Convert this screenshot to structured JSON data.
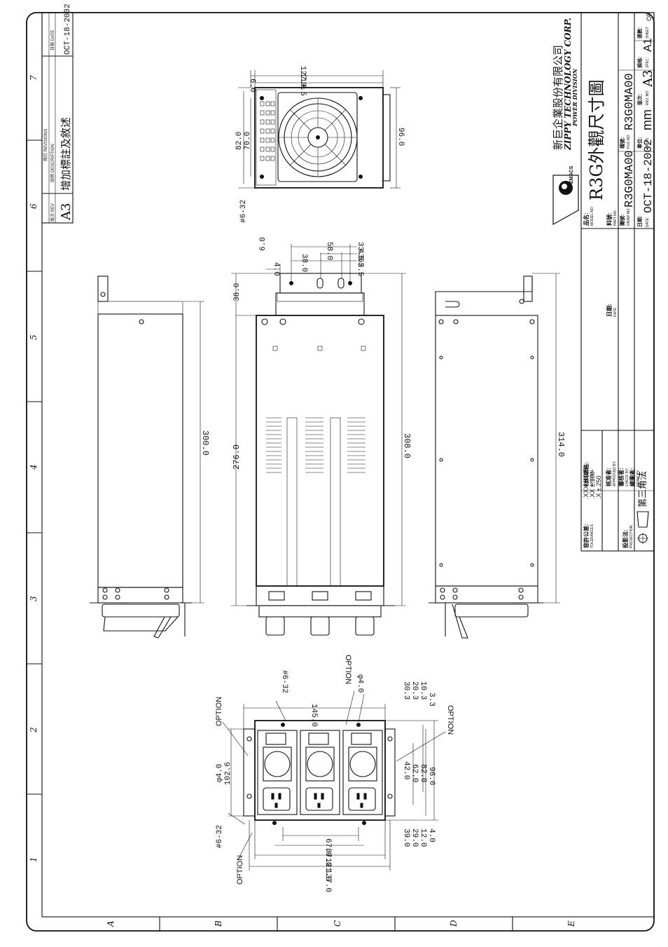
{
  "border": {
    "zones_left": [
      "1",
      "2",
      "3",
      "4",
      "5",
      "6",
      "7"
    ],
    "zones_bottom": [
      "A",
      "B",
      "C",
      "D",
      "E"
    ]
  },
  "revisions": {
    "header_title": "修訂 REVISIONS",
    "col_rev": "版次 REV",
    "col_desc": "說明 DESCRIPTION",
    "col_date": "日期 DATE",
    "rev": "A3",
    "desc": "增加標註及敘述",
    "date": "OCT-18-2002"
  },
  "title_block": {
    "company_cn": "新巨企業股份有限公司",
    "company_en": "ZIPPY TECHNOLOGY CORP.",
    "division": "POWER DIVISION",
    "logo": "EMACS",
    "model_label": "品名:",
    "model_label_en": "MODEL NO:",
    "title": "R3G外觀尺寸圖",
    "part_label": "料號:",
    "part_label_en": "PART NO:",
    "draw_label": "圖號:",
    "draw_label_en": "DRAW NO:",
    "draw_no": "R3G0MA00",
    "file_label": "檔號:",
    "file_label_en": "FILE NO:",
    "file_no": "R3G0MA00",
    "date_label": "日期:",
    "date_label_en": "DATE:",
    "date": "OCT-18-2002",
    "units_label": "單位:",
    "units_label_en": "UNITS:",
    "units": "mm",
    "rev_label": "版次:",
    "rev_label_en": "REV. NO:",
    "rev": "A3",
    "spec_label": "規格:",
    "spec_label_en": "SPEC:",
    "spec": "A1",
    "sheet_label": "張數:",
    "sheet_label_en": "SHEET:",
    "sheet": "OF",
    "material_label": "材料規格:",
    "material_label_en": "MATERIAL:",
    "approved_label": "核准者:",
    "approved_label_en": "APPROVED BY:",
    "checked_label": "審核者:",
    "checked_label_en": "CHECK BY:",
    "drawn_label": "繪圖者:",
    "drawn_label_en": "DRAW BY:",
    "date2_label": "日期:",
    "date2_label_en": "DATE:",
    "tol_label": "容許公差:",
    "tol_label_en": "TOLERANCES:",
    "tol_1": ".XXX  ±.025",
    "tol_2": ".XX    ±.100",
    "tol_3": ".X      ±.250",
    "proj_label": "投影法:",
    "proj_label_en": "PROJECTION:",
    "proj_text": "第三角法"
  },
  "dims": {
    "top": [
      "6.0",
      "127.0",
      "119.5",
      "82.0",
      "70.0",
      "96.0",
      "#6-32"
    ],
    "mid_top": [
      "58.0",
      "33.5",
      "38.0",
      "43.5",
      "62.5",
      "6.0",
      "4.0",
      "38.0"
    ],
    "lengths": [
      "300.0",
      "276.0",
      "308.0",
      "314.0"
    ],
    "front_top": [
      "#6-32",
      "OPTION",
      "145.0",
      "φ4.0",
      "30.3",
      "20.3",
      "10.3",
      "3.3"
    ],
    "front_right": [
      "OPTION",
      "42.0",
      "62.0",
      "82.0",
      "96.0"
    ],
    "front_left": [
      "OPTION",
      "102.6",
      "φ4.0",
      "#6-32",
      "OPTION"
    ],
    "front_bottom": [
      "67.0",
      "87.0",
      "121.0",
      "137.0",
      "39.0",
      "29.0",
      "12.0",
      "4.0"
    ]
  },
  "colors": {
    "ink": "#111111",
    "paper": "#ffffff"
  }
}
